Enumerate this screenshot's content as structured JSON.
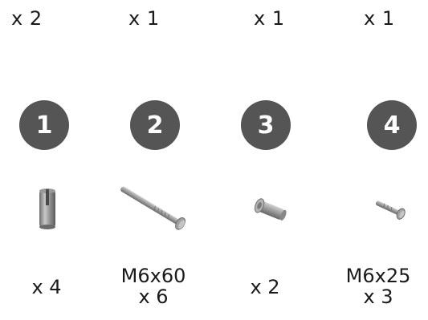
{
  "top_quantities": [
    "x 2",
    "x 1",
    "x 1",
    "x 1"
  ],
  "parts": [
    {
      "number": "1",
      "icon": "cam-dowel-icon",
      "label_lines": [
        "x 4"
      ]
    },
    {
      "number": "2",
      "icon": "long-bolt-icon",
      "label_lines": [
        "M6x60",
        "x 6"
      ]
    },
    {
      "number": "3",
      "icon": "barrel-nut-icon",
      "label_lines": [
        "x 2"
      ]
    },
    {
      "number": "4",
      "icon": "short-bolt-icon",
      "label_lines": [
        "M6x25",
        "x 3"
      ]
    }
  ],
  "colors": {
    "badge": "#555555",
    "badge_text": "#ffffff",
    "text": "#1a1a1a",
    "metal": "#a8a8a8"
  }
}
